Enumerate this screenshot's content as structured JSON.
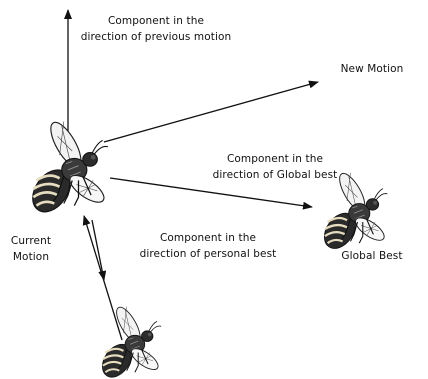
{
  "labels": {
    "previous_motion": [
      "Component  in  the",
      "direction  of  previous  motion"
    ],
    "new_motion": "New  Motion",
    "global_component": [
      "Component  in  the",
      "direction  of  Global  best"
    ],
    "personal_component": [
      "Component  in  the",
      "direction  of  personal  best"
    ],
    "current_motion": [
      "Current",
      "Motion"
    ],
    "global_best": "Global  Best"
  },
  "icons": {
    "current_bee": "bee-icon",
    "global_best_bee": "bee-icon",
    "personal_best_bee": "bee-icon"
  },
  "colors": {
    "line": "#111111",
    "bee_body": "#222222",
    "bee_stripe": "#e8e0c8",
    "bee_wing": "#f2f2f2"
  }
}
